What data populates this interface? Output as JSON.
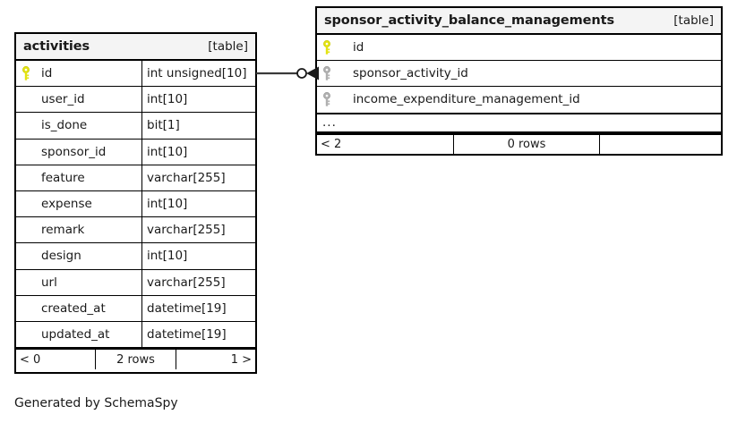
{
  "diagram": {
    "caption": "Generated by SchemaSpy",
    "table_tag": "[table]",
    "key_colors": {
      "primary": "#e3e312",
      "foreign": "#b0b0b0"
    },
    "relationship": {
      "from_table": "activities",
      "from_column": "id",
      "to_table": "sponsor_activity_balance_managements",
      "start_notation": "zero-circle",
      "end_notation": "crows-foot-many"
    }
  },
  "tables": [
    {
      "id": "activities",
      "name": "activities",
      "tag": "[table]",
      "columns": [
        {
          "key": "primary",
          "name": "id",
          "type": "int unsigned[10]"
        },
        {
          "key": "none",
          "name": "user_id",
          "type": "int[10]"
        },
        {
          "key": "none",
          "name": "is_done",
          "type": "bit[1]"
        },
        {
          "key": "none",
          "name": "sponsor_id",
          "type": "int[10]"
        },
        {
          "key": "none",
          "name": "feature",
          "type": "varchar[255]"
        },
        {
          "key": "none",
          "name": "expense",
          "type": "int[10]"
        },
        {
          "key": "none",
          "name": "remark",
          "type": "varchar[255]"
        },
        {
          "key": "none",
          "name": "design",
          "type": "int[10]"
        },
        {
          "key": "none",
          "name": "url",
          "type": "varchar[255]"
        },
        {
          "key": "none",
          "name": "created_at",
          "type": "datetime[19]"
        },
        {
          "key": "none",
          "name": "updated_at",
          "type": "datetime[19]"
        }
      ],
      "footer": {
        "left": "< 0",
        "center": "2 rows",
        "right": "1 >"
      }
    },
    {
      "id": "sponsor_activity_balance_managements",
      "name": "sponsor_activity_balance_managements",
      "tag": "[table]",
      "columns": [
        {
          "key": "primary",
          "name": "id"
        },
        {
          "key": "foreign",
          "name": "sponsor_activity_id"
        },
        {
          "key": "foreign",
          "name": "income_expenditure_management_id"
        }
      ],
      "ellipsis": "...",
      "footer": {
        "left": "< 2",
        "center": "0 rows",
        "right": ""
      }
    }
  ]
}
